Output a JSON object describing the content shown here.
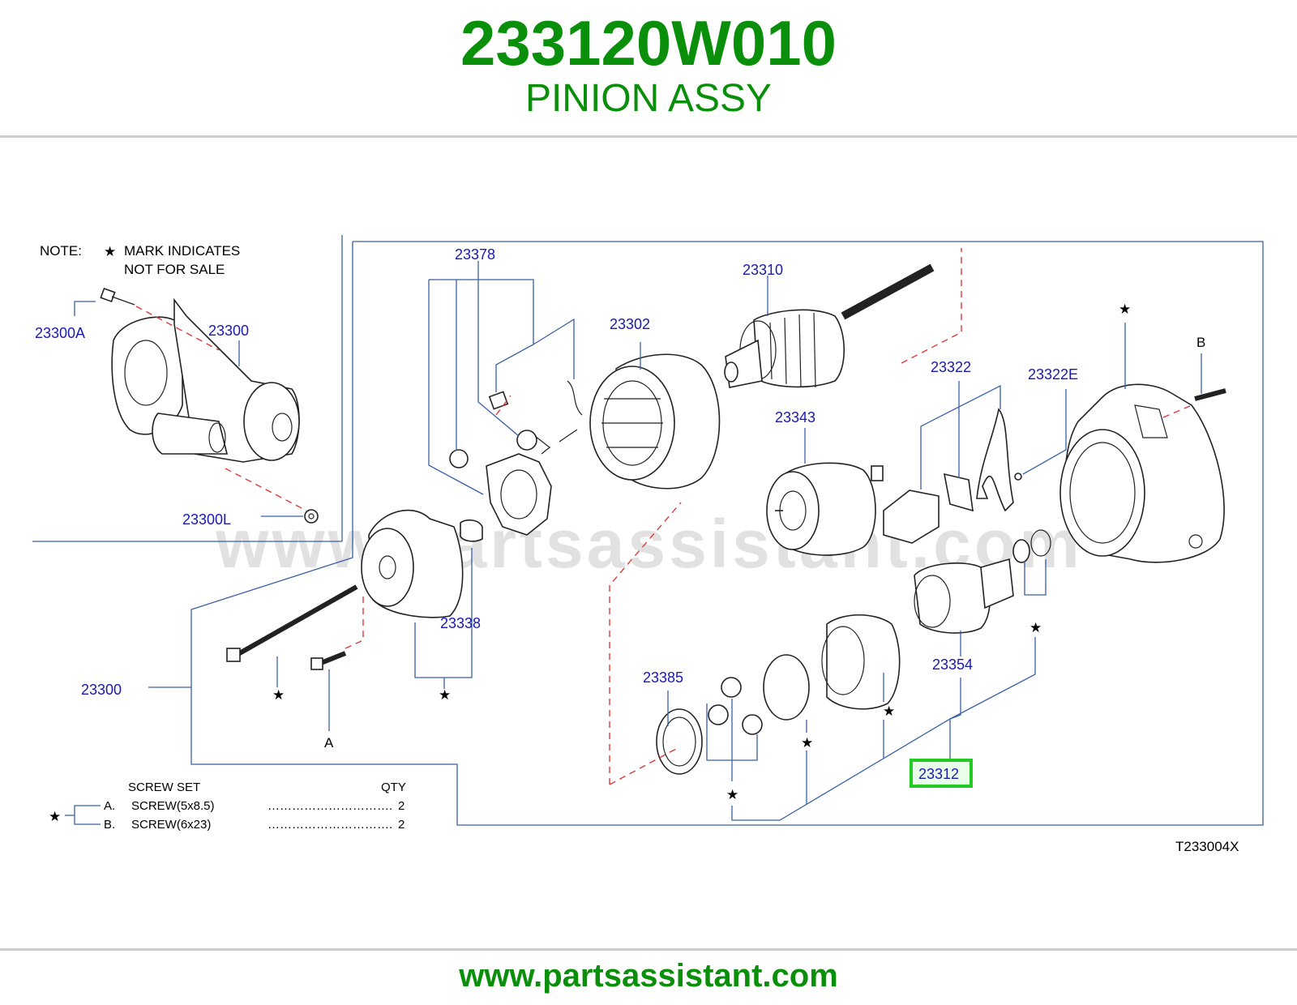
{
  "header": {
    "part_number": "233120W010",
    "part_name": "PINION ASSY"
  },
  "footer": {
    "site": "www.partsassistant.com"
  },
  "diagram": {
    "watermark": "www.partsassistant.com",
    "note_line1": "NOTE:",
    "note_star": "★",
    "note_line2": "MARK  INDICATES",
    "note_line3": "NOT  FOR  SALE",
    "drawing_code": "T233004X",
    "star": "★",
    "labels": {
      "p23378": "23378",
      "p23310": "23310",
      "p23302": "23302",
      "p23322": "23322",
      "p23322E": "23322E",
      "p23343": "23343",
      "p23300A": "23300A",
      "p23300top": "23300",
      "p23300L": "23300L",
      "p23338": "23338",
      "p23300": "23300",
      "p23385": "23385",
      "p23354": "23354",
      "p23312": "23312",
      "A": "A",
      "B": "B"
    },
    "screw_set": {
      "title": "SCREW   SET",
      "qty_header": "QTY",
      "rows": [
        {
          "key": "A.",
          "name": "SCREW(5x8.5)",
          "dots": "………………………….",
          "qty": "2"
        },
        {
          "key": "B.",
          "name": "SCREW(6x23)",
          "dots": "………………………….",
          "qty": "2"
        }
      ]
    },
    "highlight_color": "#22cc22"
  }
}
